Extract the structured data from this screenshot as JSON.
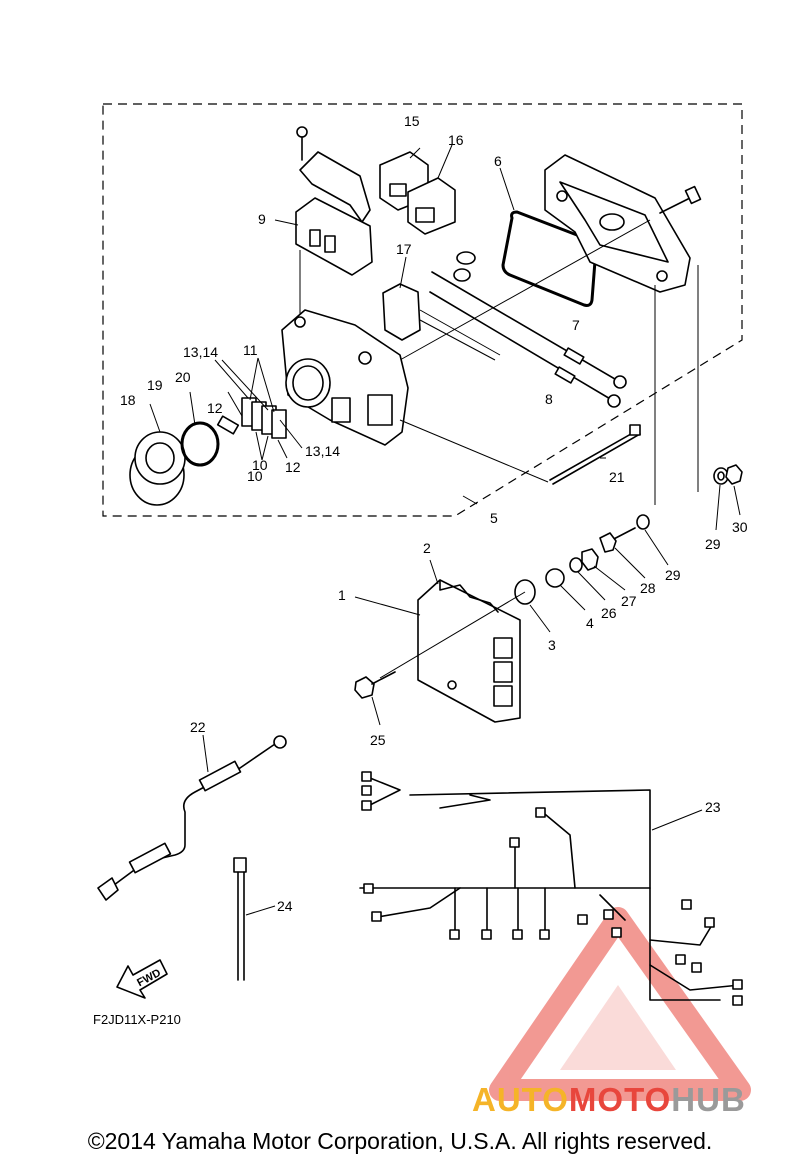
{
  "diagram": {
    "callouts": [
      "1",
      "2",
      "3",
      "4",
      "5",
      "6",
      "7",
      "8",
      "9",
      "10",
      "10",
      "11",
      "12",
      "12",
      "13,14",
      "13,14",
      "15",
      "16",
      "17",
      "18",
      "19",
      "20",
      "21",
      "22",
      "23",
      "24",
      "25",
      "26",
      "27",
      "28",
      "29",
      "29",
      "30"
    ],
    "fwd_label": "FWD",
    "figure_code": "F2JD11X-P210",
    "copyright": "©2014 Yamaha Motor Corporation, U.S.A. All rights reserved."
  },
  "watermark": {
    "part1": "AUTO",
    "part2": "MOTO",
    "part3": "HUB",
    "colors": {
      "auto": "#f5b428",
      "moto": "#e8463c",
      "hub": "#9a9a9a",
      "triangle": "#e8463c"
    }
  }
}
